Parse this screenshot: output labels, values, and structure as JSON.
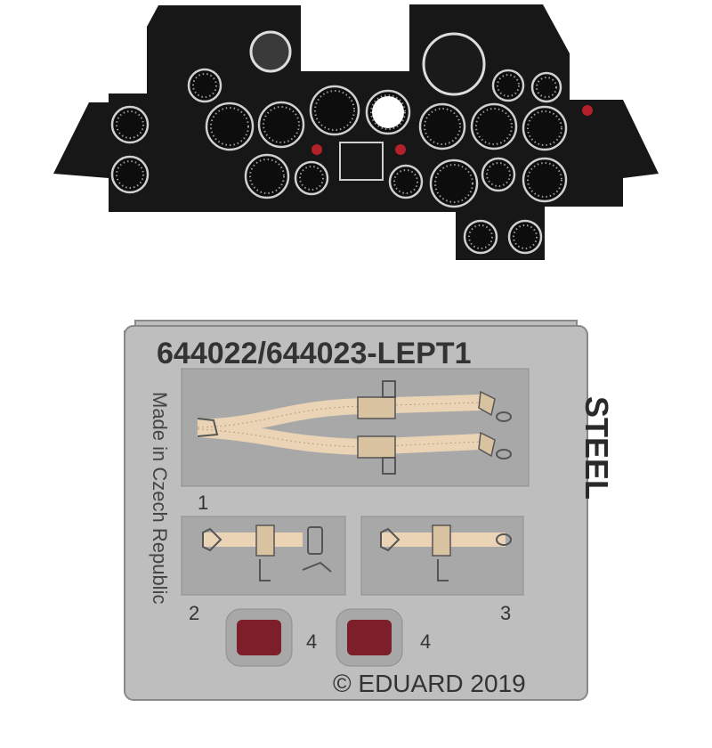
{
  "sheet": {
    "part_code": "644022/644023-LEPT1",
    "made_in": "Made in Czech Republic",
    "material": "STEEL",
    "copyright": "© EDUARD 2019",
    "part_numbers": {
      "belt_main": "1",
      "belt_left": "2",
      "belt_right": "3",
      "lever_a": "4",
      "lever_b": "4"
    }
  },
  "colors": {
    "panel": "#161616",
    "fret": "#bfbfbf",
    "cutout": "#a9a9a9",
    "belt": "#e9d3b4",
    "red_lever": "#7d1f2b"
  },
  "icons": [
    "instrument-dial-icon",
    "attitude-indicator-icon",
    "turn-indicator-icon",
    "belt-buckle-icon"
  ]
}
